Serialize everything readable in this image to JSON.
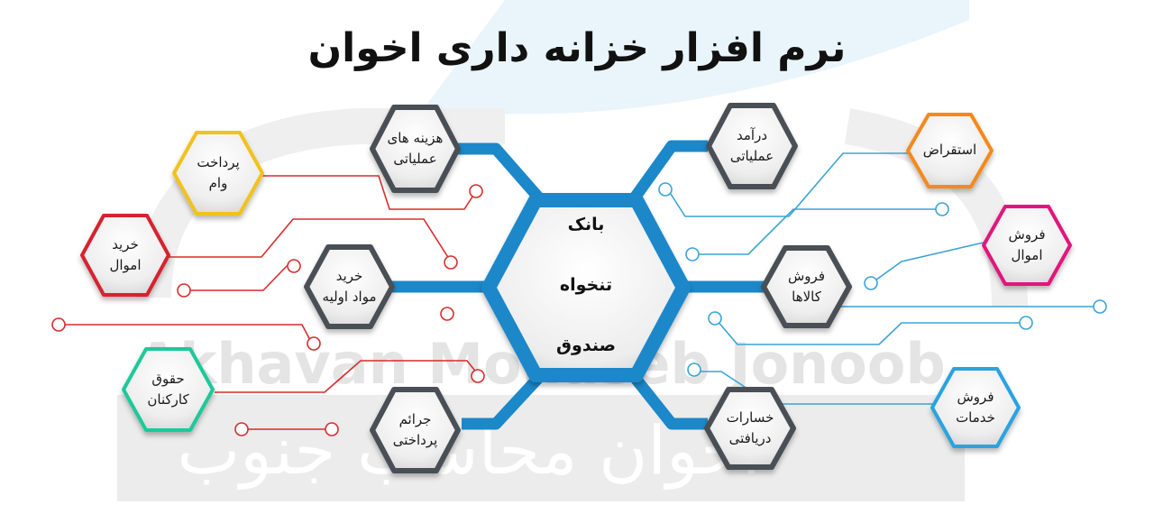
{
  "title": "نرم افزار خزانه داری اخوان",
  "watermark": {
    "latin": "Akhavan Mohaseb Jonoob",
    "persian": "اخوان محاسب جنوب"
  },
  "center": {
    "line1": "بانک",
    "line2": "تنخواه",
    "line3": "صندوق"
  },
  "inner_nodes": {
    "hazine": "هزینه های\nعملیاتی",
    "kharid_mavad": "خرید\nمواد اولیه",
    "jaraem": "جرائم\nپرداختی",
    "daramad": "درآمد\nعملیاتی",
    "forush_kala": "فروش\nکالاها",
    "khesarat": "خسارات\nدریافتی"
  },
  "outer_nodes": {
    "pardakht_vam": "پرداخت\nوام",
    "kharid_amval": "خرید\nاموال",
    "hoghugh": "حقوق\nکارکنان",
    "esteghraz": "استقراض",
    "forush_amval": "فروش\nاموال",
    "forush_khadamat": "فروش\nخدمات"
  },
  "colors": {
    "connector_blue": "#1b88c9",
    "inner_border": "#4a4f55",
    "red_line": "#d62d2d",
    "blue_line": "#3aa3d6",
    "yellow": "#f2c21b",
    "red": "#d7242f",
    "teal": "#1fc99a",
    "orange": "#f5891f",
    "magenta": "#e1197d",
    "sky": "#2aa3e0"
  }
}
